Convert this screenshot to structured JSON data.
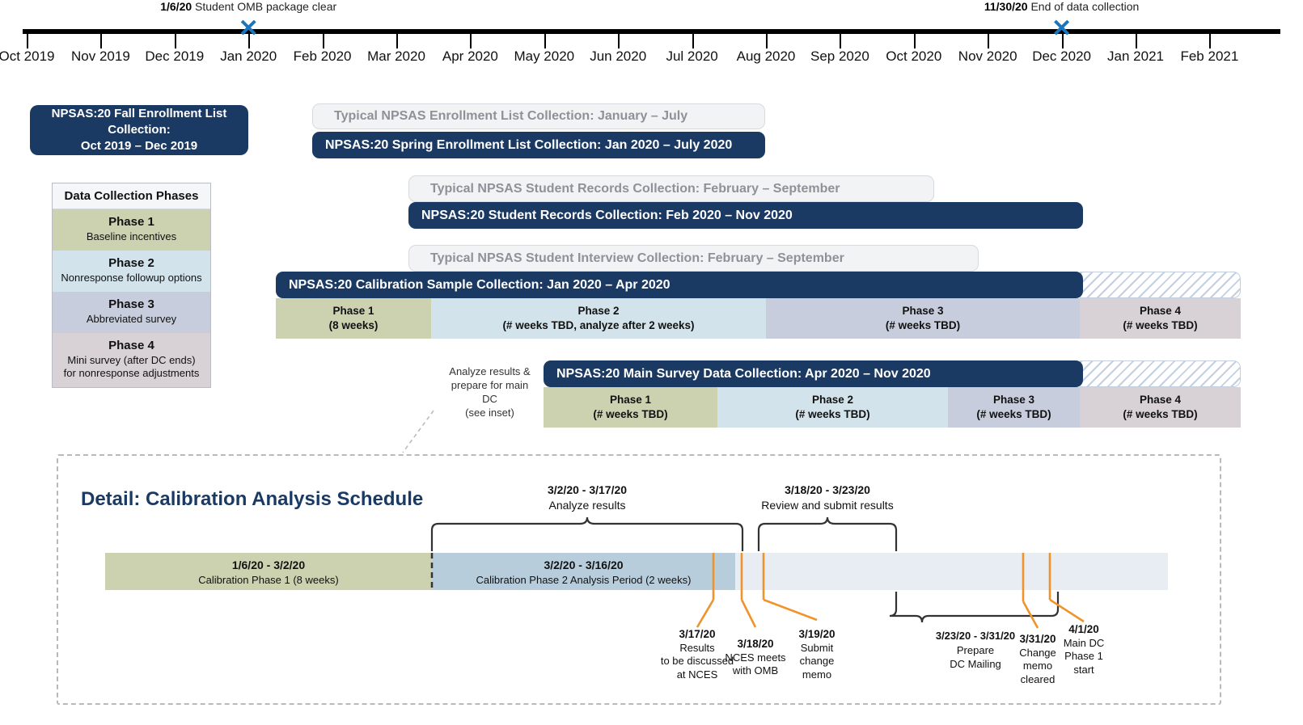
{
  "timeline": {
    "months": [
      "Oct 2019",
      "Nov 2019",
      "Dec 2019",
      "Jan 2020",
      "Feb 2020",
      "Mar 2020",
      "Apr 2020",
      "May 2020",
      "Jun 2020",
      "Jul 2020",
      "Aug 2020",
      "Sep 2020",
      "Oct 2020",
      "Nov 2020",
      "Dec 2020",
      "Jan 2021",
      "Feb 2021"
    ],
    "milestones": [
      {
        "date": "1/6/20",
        "text": "Student OMB package clear",
        "marker": "x-marker"
      },
      {
        "date": "11/30/20",
        "text": "End of data collection",
        "marker": "x-marker"
      }
    ]
  },
  "fall_enrollment_card": {
    "line1": "NPSAS:20 Fall Enrollment List",
    "line2": "Collection:",
    "line3": "Oct 2019 – Dec 2019"
  },
  "phases_legend": {
    "header": "Data Collection Phases",
    "rows": [
      {
        "phase": "Phase 1",
        "desc": "Baseline incentives",
        "color": "#ccd2b0"
      },
      {
        "phase": "Phase 2",
        "desc": "Nonresponse followup options",
        "color": "#d2e3eb"
      },
      {
        "phase": "Phase 3",
        "desc": "Abbreviated survey",
        "color": "#c7cddd"
      },
      {
        "phase": "Phase 4",
        "desc": "Mini survey (after DC ends)\nfor nonresponse adjustments",
        "color": "#d8d2d6"
      }
    ]
  },
  "rows": {
    "enrollment": {
      "typical": "Typical NPSAS Enrollment List Collection: January – July",
      "actual": "NPSAS:20 Spring Enrollment List Collection: Jan 2020 – July 2020"
    },
    "student_records": {
      "typical": "Typical NPSAS Student Records Collection: February – September",
      "actual": "NPSAS:20 Student Records Collection: Feb 2020 – Nov 2020"
    },
    "calibration": {
      "typical": "Typical NPSAS Student Interview Collection: February – September",
      "actual": "NPSAS:20 Calibration Sample Collection: Jan 2020 – Apr 2020",
      "phases": [
        {
          "name": "Phase 1",
          "sub": "(8 weeks)"
        },
        {
          "name": "Phase 2",
          "sub": "(# weeks TBD, analyze after 2 weeks)"
        },
        {
          "name": "Phase 3",
          "sub": "(# weeks TBD)"
        },
        {
          "name": "Phase 4",
          "sub": "(# weeks TBD)"
        }
      ]
    },
    "main_survey": {
      "actual": "NPSAS:20 Main Survey Data Collection: Apr 2020 – Nov 2020",
      "side_note": "Analyze results &\nprepare for main\nDC\n(see inset)",
      "phases": [
        {
          "name": "Phase 1",
          "sub": "(# weeks TBD)"
        },
        {
          "name": "Phase 2",
          "sub": "(# weeks TBD)"
        },
        {
          "name": "Phase 3",
          "sub": "(# weeks TBD)"
        },
        {
          "name": "Phase 4",
          "sub": "(# weeks TBD)"
        }
      ]
    }
  },
  "inset": {
    "title": "Detail: Calibration Analysis Schedule",
    "bars": [
      {
        "date": "1/6/20 - 3/2/20",
        "text": "Calibration Phase 1 (8 weeks)",
        "color": "#ccd2b0"
      },
      {
        "date": "3/2/20 - 3/16/20",
        "text": "Calibration Phase 2 Analysis Period (2 weeks)",
        "color": "#b8cddc"
      },
      {
        "date": "",
        "text": "",
        "color": "#e8edf4"
      }
    ],
    "braces_top": [
      {
        "date": "3/2/20 - 3/17/20",
        "text": "Analyze results"
      },
      {
        "date": "3/18/20 - 3/23/20",
        "text": "Review and submit results"
      }
    ],
    "braces_bottom": [
      {
        "date": "3/23/20 - 3/31/20",
        "text": "Prepare\nDC Mailing"
      }
    ],
    "callouts": [
      {
        "date": "3/17/20",
        "text": "Results\nto be discussed\nat NCES"
      },
      {
        "date": "3/18/20",
        "text": "NCES meets\nwith OMB"
      },
      {
        "date": "3/19/20",
        "text": "Submit\nchange\nmemo"
      },
      {
        "date": "3/31/20",
        "text": "Change\nmemo\ncleared"
      },
      {
        "date": "4/1/20",
        "text": "Main DC\nPhase 1\nstart"
      }
    ]
  },
  "colors": {
    "navy": "#1b3a63",
    "accent_blue": "#1b75bb",
    "orange": "#f0932b",
    "phase1": "#ccd2b0",
    "phase2": "#d2e3eb",
    "phase3": "#c7cddd",
    "phase4": "#d8d2d6"
  }
}
